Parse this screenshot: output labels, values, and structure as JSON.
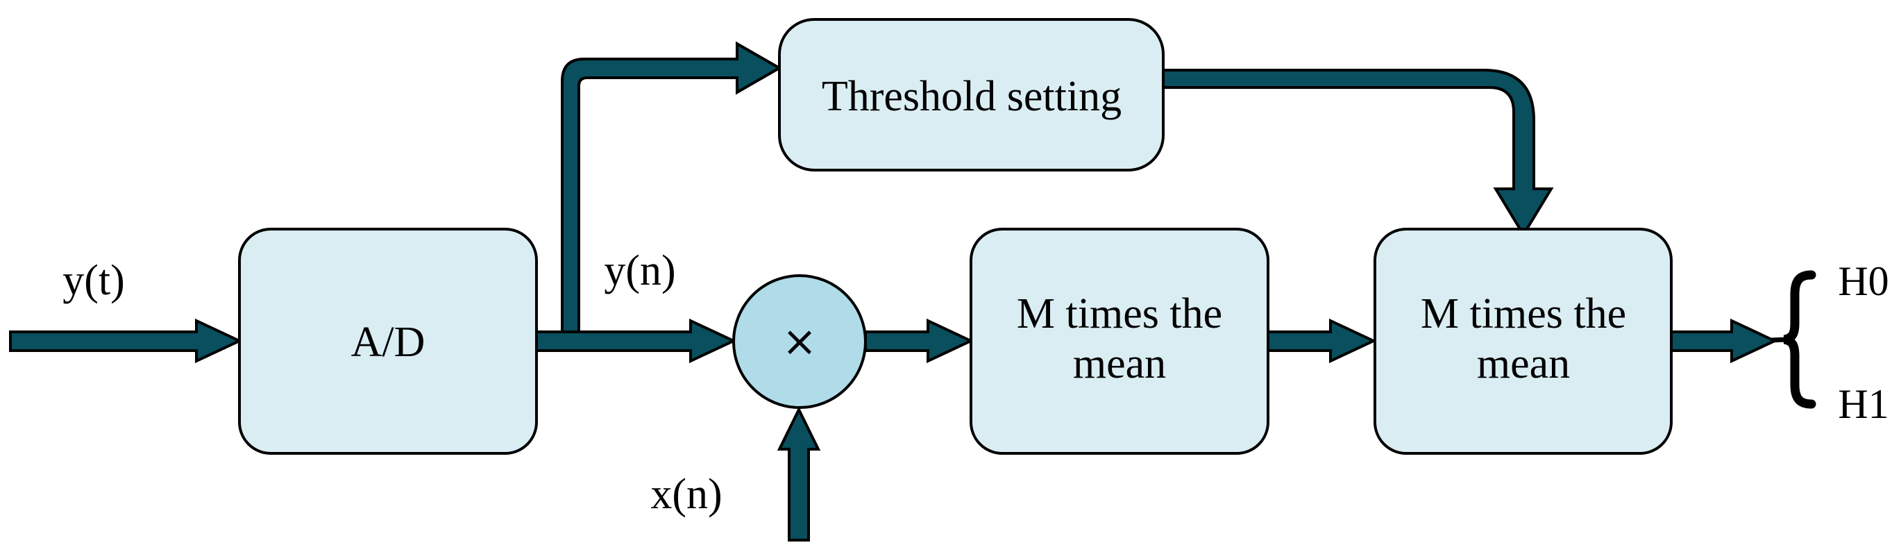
{
  "colors": {
    "background": "#ffffff",
    "block_fill": "#daedf3",
    "multiplier_fill": "#b0dbe9",
    "arrow_fill": "#094f5e",
    "outline": "#000000"
  },
  "signals": {
    "analog_input": "y(t)",
    "sampled_signal": "y(n)",
    "reference_input": "x(n)"
  },
  "operator": {
    "multiply_symbol": "×"
  },
  "blocks": {
    "ad_converter": {
      "label": "A/D"
    },
    "threshold_setting": {
      "label": "Threshold setting"
    },
    "mean_stage_1": {
      "label": "M times the mean",
      "label_line1": "M times the",
      "label_line2": "mean"
    },
    "mean_stage_2": {
      "label": "M times the mean",
      "label_line1": "M times the",
      "label_line2": "mean"
    }
  },
  "outputs": {
    "hypothesis_0": "H0",
    "hypothesis_1": "H1"
  }
}
